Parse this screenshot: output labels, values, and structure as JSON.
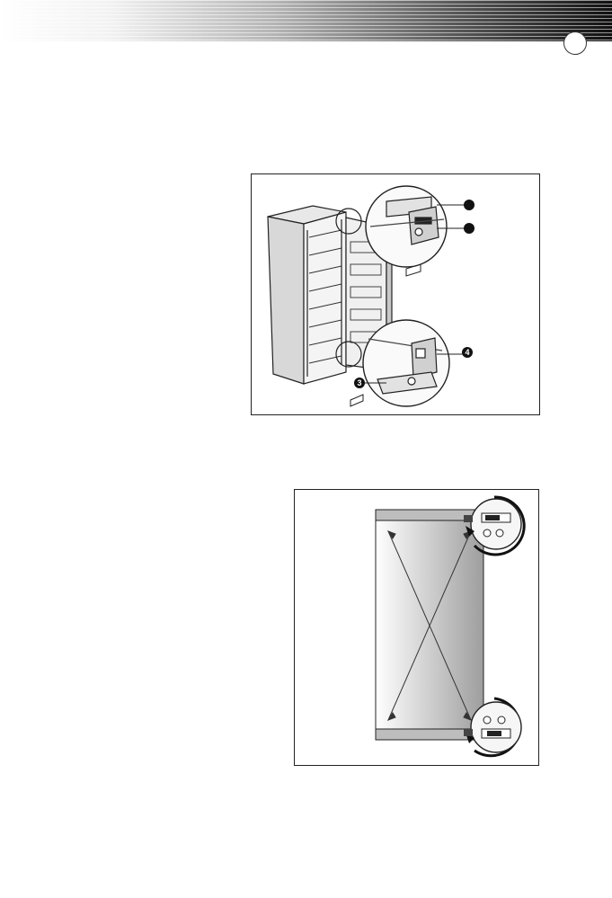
{
  "figure_1": {
    "callouts": [
      {
        "id": "top-callout-1",
        "text": ""
      },
      {
        "id": "top-callout-2",
        "text": ""
      },
      {
        "id": "bottom-callout-3",
        "text": "3"
      },
      {
        "id": "bottom-callout-4",
        "text": "4"
      }
    ]
  },
  "figure_2": {},
  "colors": {
    "line": "#222222",
    "panel_fill": "#d6d6d6",
    "accent_black": "#111111"
  },
  "icons": {
    "header": "striped-gradient-band",
    "page_marker": "circle-marker"
  }
}
